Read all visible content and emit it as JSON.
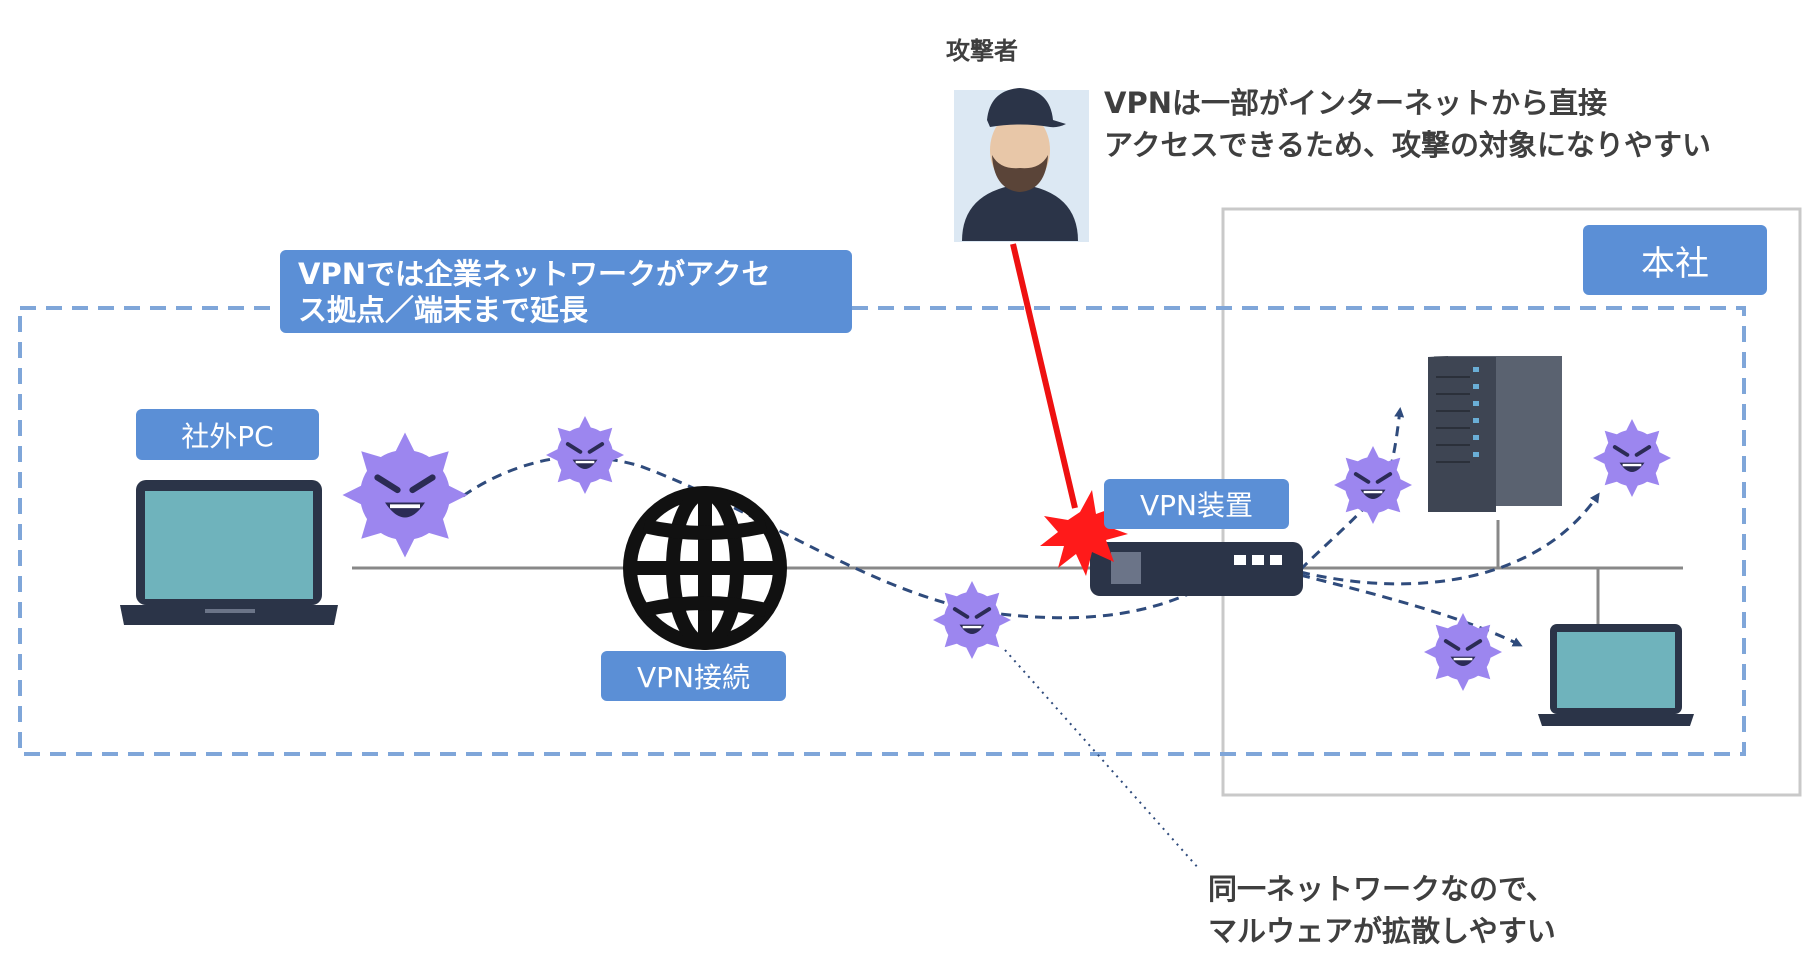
{
  "attacker": {
    "label": "攻撃者",
    "note_line1": "VPNは一部がインターネットから直接",
    "note_line2": "アクセスできるため、攻撃の対象になりやすい"
  },
  "vpn_extension": {
    "line1": "VPNでは企業ネットワークがアクセ",
    "line2": "ス拠点／端末まで延長"
  },
  "hq": {
    "label": "本社"
  },
  "remote_pc": {
    "label": "社外PC"
  },
  "vpn_connection": {
    "label": "VPN接続"
  },
  "vpn_device": {
    "label": "VPN装置"
  },
  "spread_note": {
    "line1": "同一ネットワークなので、",
    "line2": "マルウェアが拡散しやすい"
  },
  "colors": {
    "tag_blue": "#5b8fd6",
    "dashed_border": "#7fa6d9",
    "attack_red": "#ee1111",
    "virus_purple": "#9c86ef",
    "screen_teal": "#6fb3bc",
    "device_navy": "#2b3448",
    "path_navy": "#2f4b7c"
  }
}
